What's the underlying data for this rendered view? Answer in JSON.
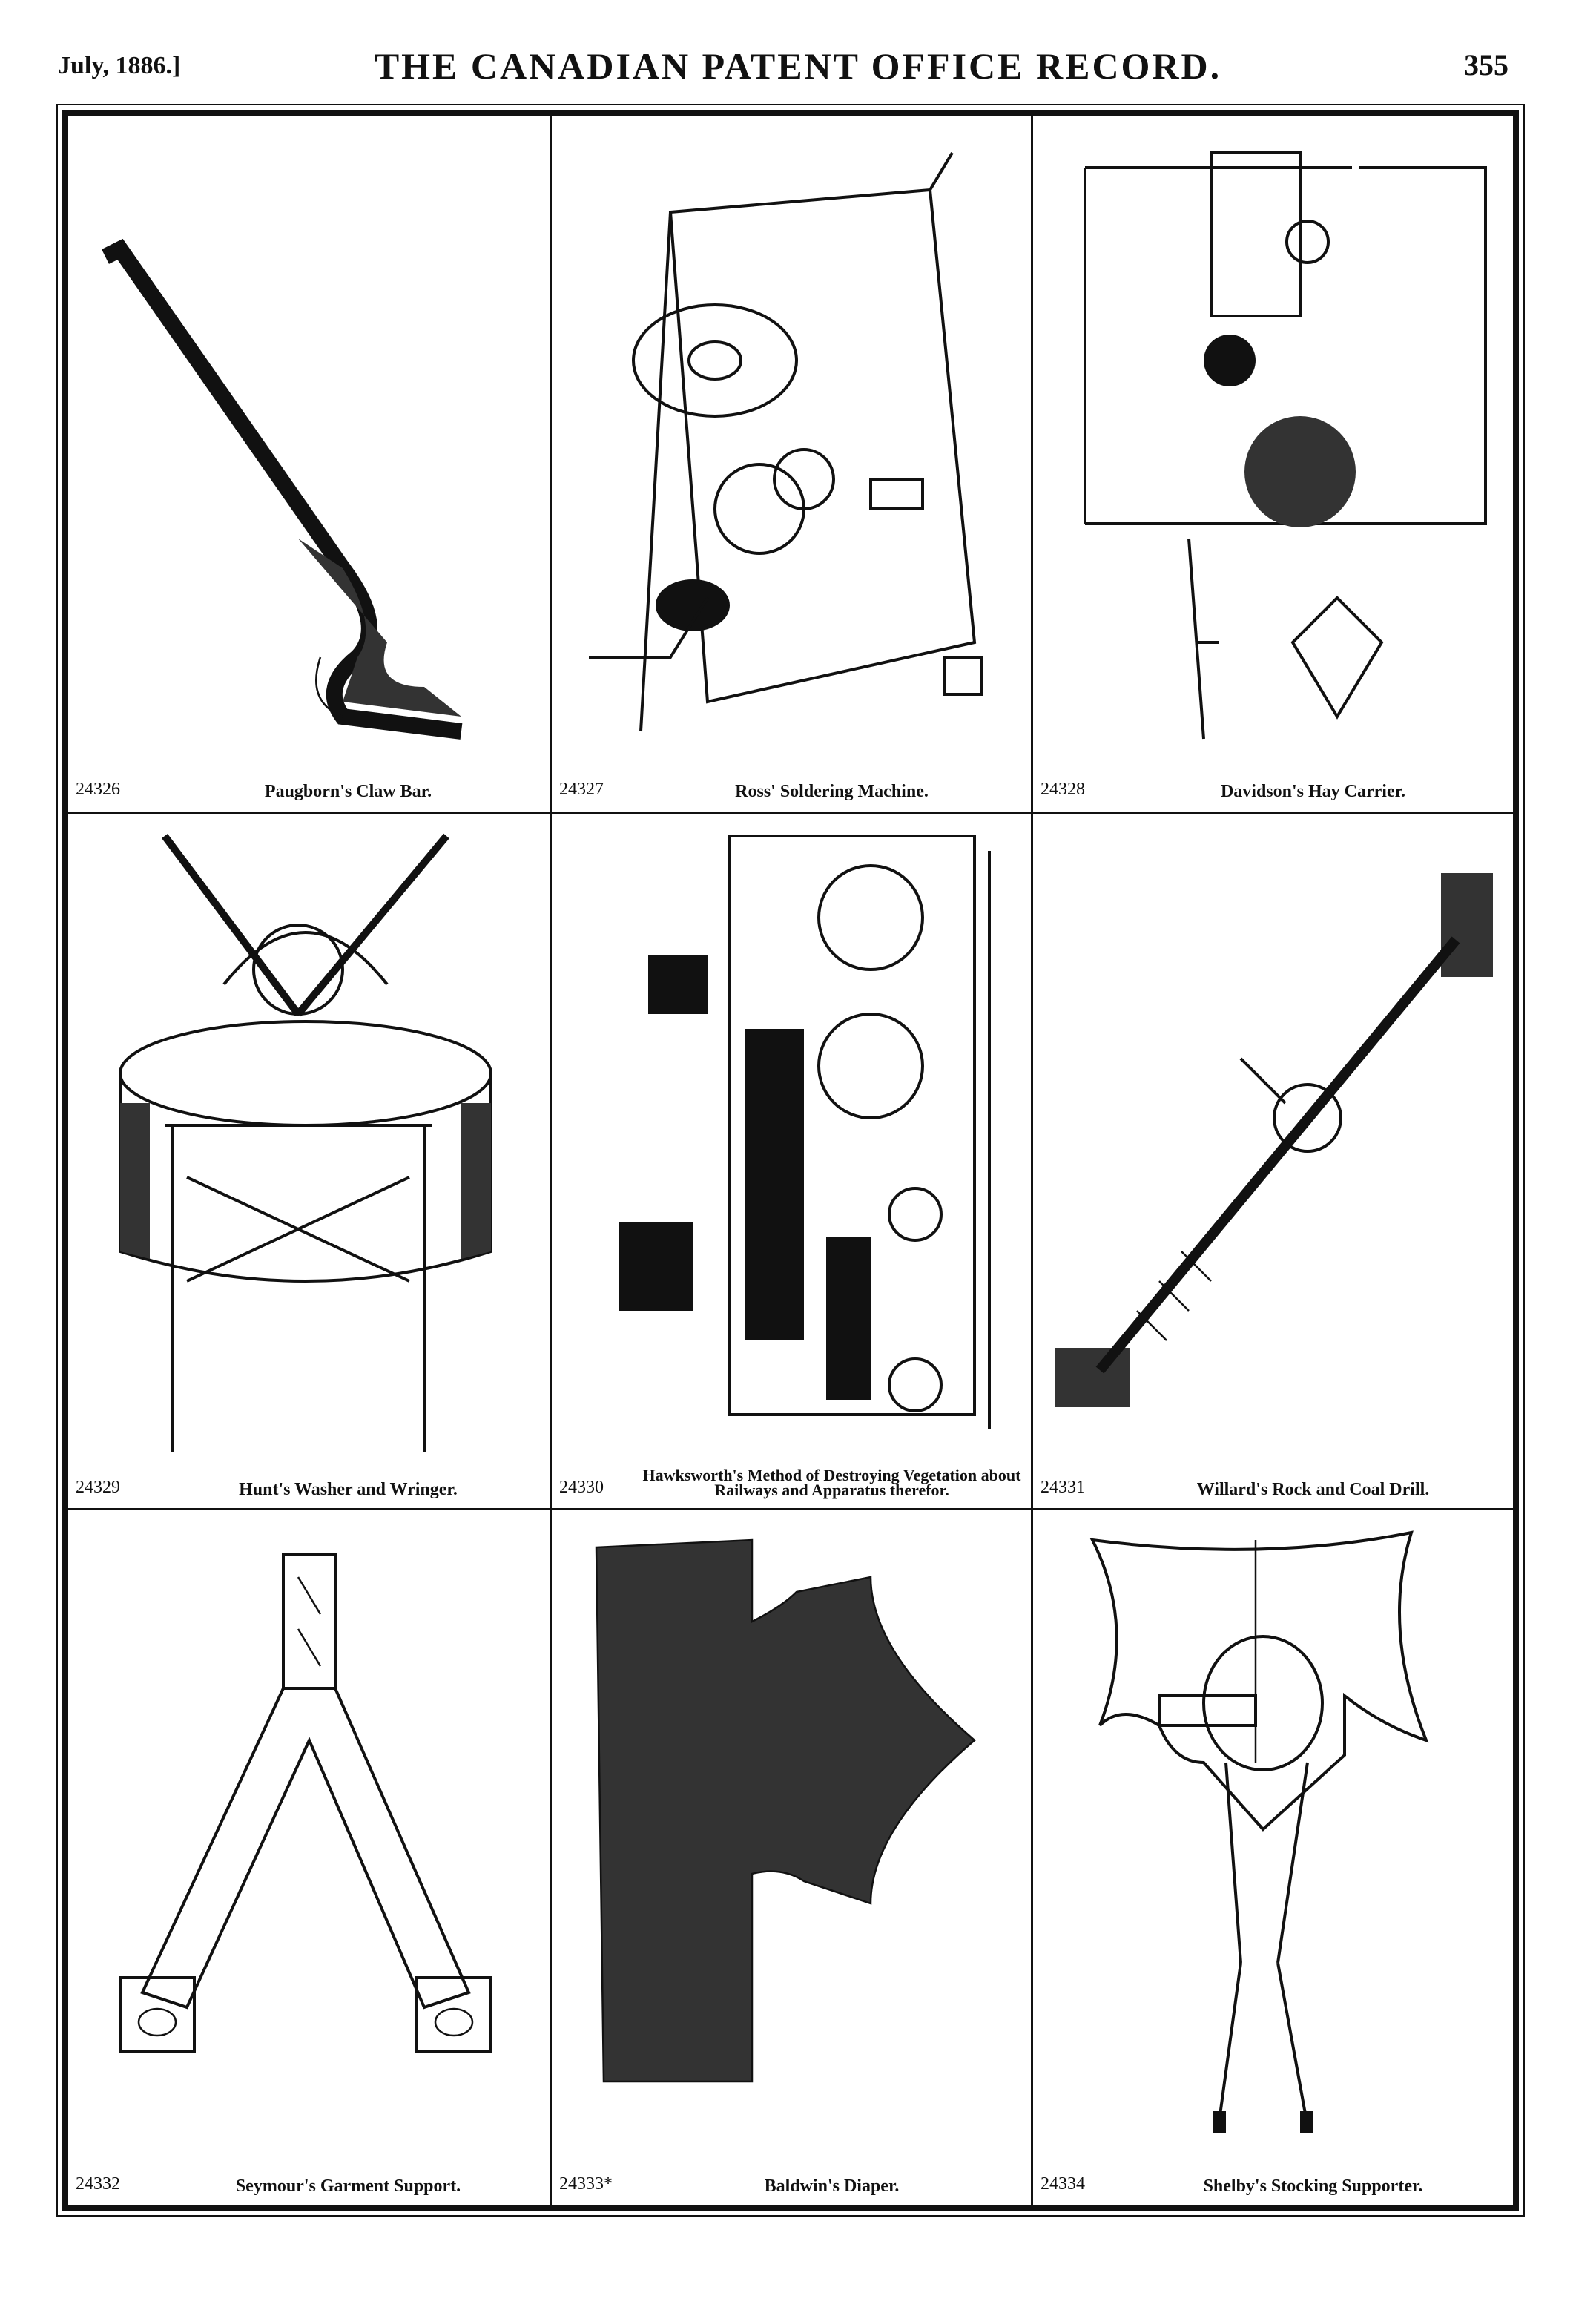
{
  "header": {
    "date": "July, 1886.]",
    "title": "THE CANADIAN PATENT OFFICE RECORD.",
    "page_number": "355"
  },
  "figures": [
    {
      "number": "24326",
      "title": "Paugborn's Claw Bar.",
      "icon": "claw-bar-illustration"
    },
    {
      "number": "24327",
      "title": "Ross' Soldering Machine.",
      "icon": "soldering-machine-illustration"
    },
    {
      "number": "24328",
      "title": "Davidson's Hay Carrier.",
      "icon": "hay-carrier-illustration"
    },
    {
      "number": "24329",
      "title": "Hunt's Washer and Wringer.",
      "icon": "washer-wringer-illustration"
    },
    {
      "number": "24330",
      "title": "Hawksworth's Method of Destroying Vegetation about Railways and Apparatus therefor.",
      "icon": "locomotive-illustration"
    },
    {
      "number": "24331",
      "title": "Willard's Rock and Coal Drill.",
      "icon": "rock-drill-illustration"
    },
    {
      "number": "24332",
      "title": "Seymour's Garment Support.",
      "icon": "garment-support-illustration"
    },
    {
      "number": "24333*",
      "title": "Baldwin's Diaper.",
      "icon": "diaper-illustration"
    },
    {
      "number": "24334",
      "title": "Shelby's Stocking Supporter.",
      "icon": "stocking-supporter-illustration"
    }
  ]
}
